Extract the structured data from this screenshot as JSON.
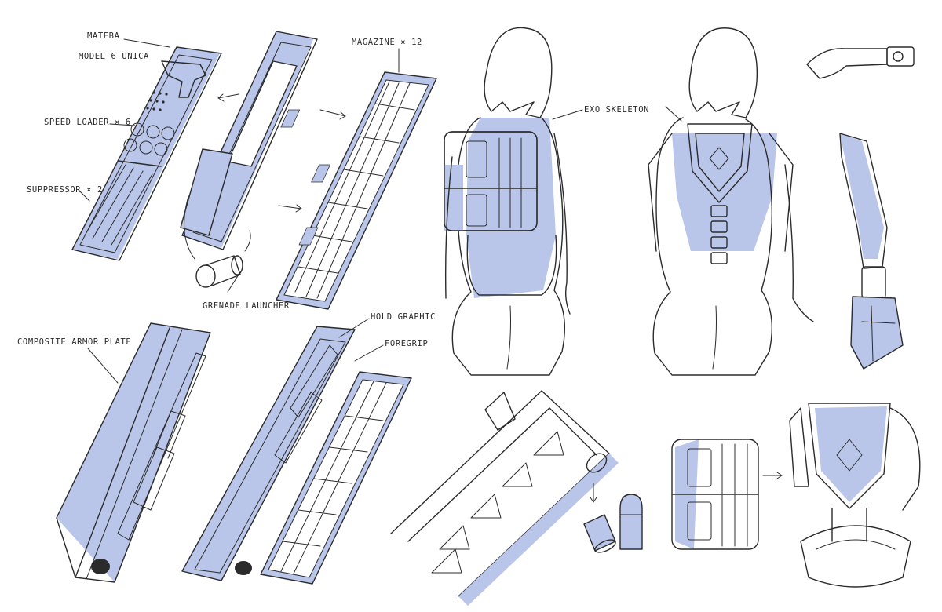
{
  "colors": {
    "ink": "#2b2b2b",
    "shade": "#b9c6ea",
    "paper": "#ffffff"
  },
  "labels": {
    "mateba": "MATEBA",
    "model": "MODEL 6 UNICA",
    "speed_loader": "SPEED LOADER × 6",
    "suppressor": "SUPPRESSOR × 2",
    "magazine": "MAGAZINE × 12",
    "grenade_launcher": "GRENADE LAUNCHER",
    "composite_armor_plate": "COMPOSITE ARMOR PLATE",
    "hold_graphic": "HOLD GRAPHIC",
    "foregrip": "FOREGRIP",
    "exo_skeleton": "EXO SKELETON"
  }
}
